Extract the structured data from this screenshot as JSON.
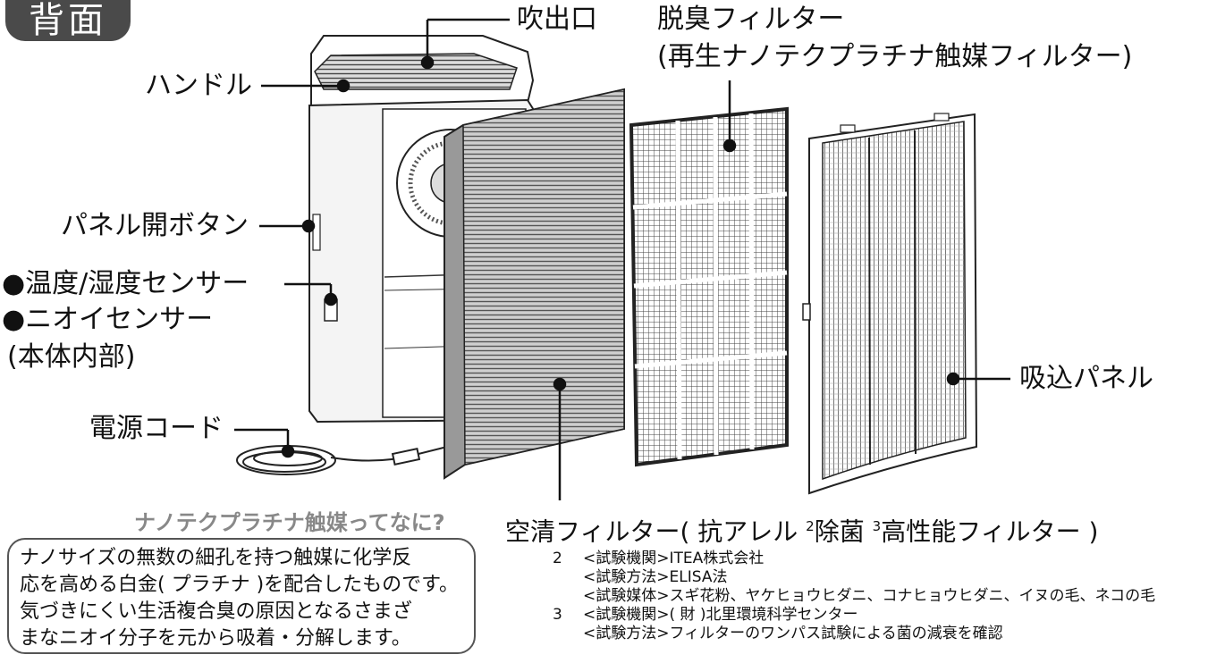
{
  "badge": "背面",
  "labels": {
    "outlet": "吹出口",
    "deodorizer_line1": "脱臭フィルター",
    "deodorizer_line2": "(再生ナノテクプラチナ触媒フィルター)",
    "handle": "ハンドル",
    "panel_button": "パネル開ボタン",
    "temp_sensor": "●温度/湿度センサー",
    "odor_sensor": "●ニオイセンサー",
    "inside": "(本体内部)",
    "power_cord": "電源コード",
    "intake_panel": "吸込パネル"
  },
  "hepa_label": {
    "prefix": "空清フィルター( 抗アレル",
    "sup2": "2",
    "mid": "除菌",
    "sup3": "3",
    "suffix": "高性能フィルター )"
  },
  "info": {
    "title": "ナノテクプラチナ触媒ってなに?",
    "lines": [
      "ナノサイズの無数の細孔を持つ触媒に化学反",
      "応を高める白金( プラチナ )を配合したものです。",
      "気づきにくい生活複合臭の原因となるさまざ",
      "まなニオイ分子を元から吸着・分解します。"
    ]
  },
  "footnotes": [
    {
      "num": "2",
      "text": "<試験機関>ITEA株式会社"
    },
    {
      "num": "",
      "text": "<試験方法>ELISA法"
    },
    {
      "num": "",
      "text": "<試験媒体>スギ花粉、ヤケヒョウヒダニ、コナヒョウヒダニ、イヌの毛、ネコの毛"
    },
    {
      "num": "3",
      "text": "<試験機関>( 財 )北里環境科学センター"
    },
    {
      "num": "",
      "text": "<試験方法>フィルターのワンパス試験による菌の減衰を確認"
    }
  ]
}
